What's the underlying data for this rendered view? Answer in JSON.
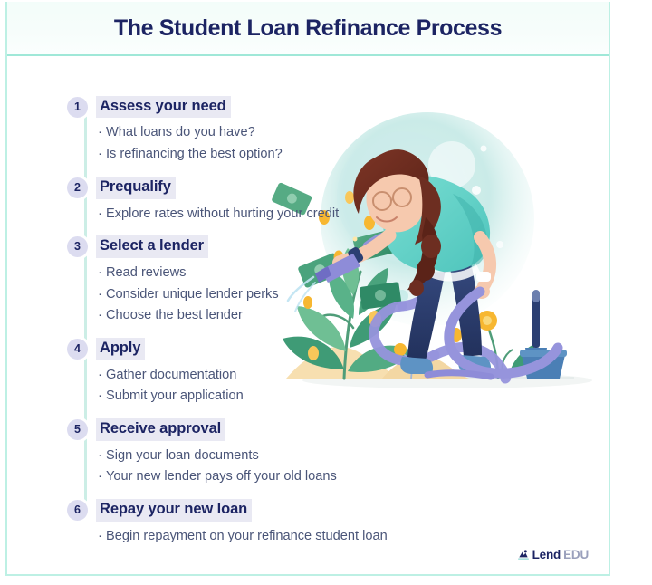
{
  "header": {
    "title": "The Student Loan Refinance Process"
  },
  "colors": {
    "frame_border": "#bdf0e4",
    "header_divider": "#9fe8d8",
    "title_navy": "#1c2463",
    "badge_bg": "#dcdcf0",
    "heading_highlight": "#e9e9f3",
    "body_text": "#4a5578",
    "timeline": "#cceee6",
    "illustration_teal": "#7fd6cd",
    "illustration_money_green": "#3f9b76",
    "illustration_coin_gold": "#f7b731",
    "illustration_denim": "#2b3f72",
    "illustration_hose_purple": "#8e8cd8",
    "illustration_hair_brown": "#6d2e21",
    "illustration_sand": "#f5d9a8"
  },
  "steps": [
    {
      "number": "1",
      "title": "Assess your need",
      "bullets": [
        "What loans do you have?",
        "Is refinancing the best option?"
      ]
    },
    {
      "number": "2",
      "title": "Prequalify",
      "bullets": [
        "Explore rates without hurting your credit"
      ]
    },
    {
      "number": "3",
      "title": "Select a lender",
      "bullets": [
        "Read reviews",
        "Consider unique lender perks",
        "Choose the best lender"
      ]
    },
    {
      "number": "4",
      "title": "Apply",
      "bullets": [
        "Gather documentation",
        "Submit your application"
      ]
    },
    {
      "number": "5",
      "title": "Receive approval",
      "bullets": [
        "Sign your loan documents",
        "Your new lender pays off your old loans"
      ]
    },
    {
      "number": "6",
      "title": "Repay your new loan",
      "bullets": [
        "Begin repayment on your refinance student loan"
      ]
    }
  ],
  "bullet_marker": "·",
  "footer": {
    "logo_primary": "Lend",
    "logo_secondary": "EDU",
    "logo_icon": "lendedu-mark-icon"
  },
  "illustration": {
    "name": "woman-watering-money-plant-illustration",
    "description": "Woman in mint top and navy jeans holding a purple hose, watering a money plant with dollar bills and gold coins, on a teal circular backdrop"
  }
}
